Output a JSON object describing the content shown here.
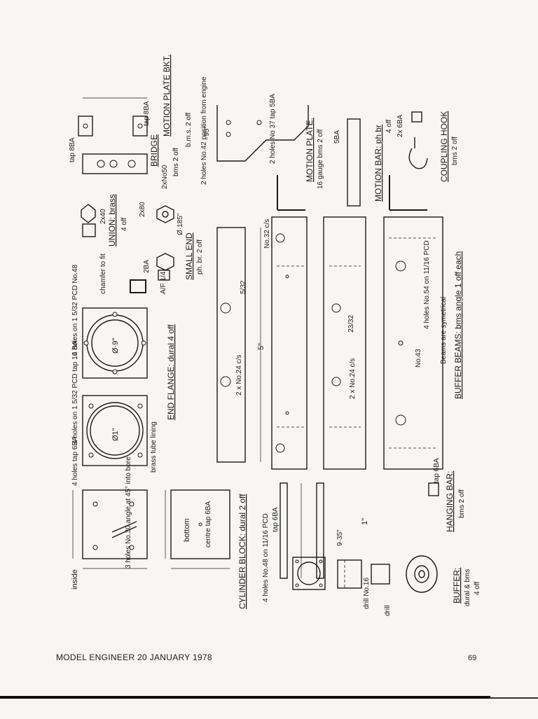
{
  "page": {
    "footer_left": "MODEL ENGINEER 20 JANUARY 1978",
    "page_number": "69"
  },
  "labels": {
    "cylinder_block": "CYLINDER BLOCK: dural 2 off",
    "end_flange": "END FLANGE: dural 4 off",
    "small_end": "SMALL END",
    "small_end_mat": "ph. br. 2 off",
    "union": "UNION: brass",
    "union_off": "4 off",
    "bridge": "BRIDGE",
    "bridge_mat": "bms 2 off",
    "motion_plate_bkt": "MOTION PLATE BKT.",
    "motion_plate_bkt_mat": "b.m.s. 2 off",
    "motion_plate": "MOTION PLATE:",
    "motion_plate_mat": "16 gauge bms 2 off",
    "motion_bar": "MOTION BAR: ph br",
    "motion_bar_off": "4 off",
    "coupling_hook": "COUPLING HOOK",
    "coupling_hook_mat": "bms 2 off",
    "buffer_beams": "BUFFER BEAMS: bms angle 1 off each",
    "beams_symmetrical": "Beams are symetrical",
    "hanging_bar": "HANGING BAR:",
    "hanging_bar_mat": "bms 2 off",
    "buffer": "BUFFER:",
    "buffer_mat": "dural & bms",
    "buffer_off": "4 off"
  },
  "notes": {
    "four_holes_tap6ba": "4 holes tap 6BA",
    "four_holes_pcd_10ba": "4 holes on 1 5/32 PCD tap 10 BA",
    "four_holes_no48": "4 holes on 1 5/32 PCD No.48",
    "brass_tube_lining": "brass tube lining",
    "three_holes_no30": "3 holes No.30 angle at 45° into bore",
    "inside": "inside",
    "bottom": "bottom",
    "centre_tap": "centre tap 6BA",
    "dia1": "Ø1\"",
    "dia9": "Ø·9\"",
    "chamfer": "chamfer to fit",
    "af": "A/F 1/4",
    "twoba": "2BA",
    "dia185": "Ø·185\"",
    "twox40": "2x40",
    "twox80": "2x80",
    "twoxno50": "2xNo50",
    "tap8ba": "tap 8BA",
    "tap8ba_b": "tap 8BA",
    "two_holes_no42": "2 holes No.42 position from engine",
    "two_holes_no37": "2 holes No 37 tap 5BA",
    "dot95": "·95\"",
    "fiveba": "5BA",
    "six_ba": "2x 6BA",
    "no32": "No.32 c/s",
    "two_x_no24_a": "2 x No.24 c/s",
    "two_x_no24_b": "2 x No.24 c/s",
    "four_holes_no54": "4 holes No.54 on 11/16 PCD",
    "no43": "No.43",
    "tap6ba_hb": "tap 6BA",
    "tap6ba_side": "tap 6BA",
    "four_holes_no48_buf": "4 holes No.48 on 11/16 PCD",
    "drill_no16": "drill No.16",
    "drill": "drill",
    "dia935": "9·35\"",
    "dim_5in": "5\"",
    "dim_1in": "1\"",
    "dim_23_32": "23/32",
    "dim_5_32": "5/32"
  }
}
